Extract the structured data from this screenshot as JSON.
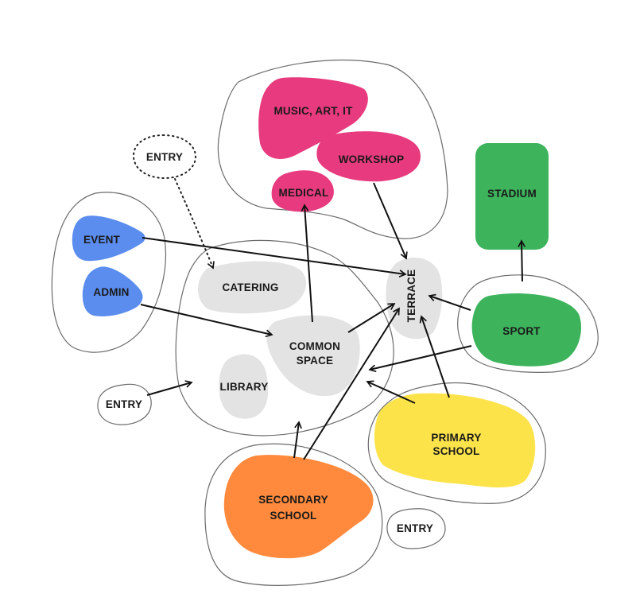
{
  "colors": {
    "admin_blue": "#5B8DEF",
    "creative_pink": "#E83A7E",
    "sport_green": "#3DB35C",
    "primary_yellow": "#FCE34A",
    "secondary_orange": "#FF8A3D",
    "shared_grey": "#E3E3E3",
    "outline_grey": "#6B6B6B",
    "arrow_black": "#111111"
  },
  "labels": {
    "entry_top": "ENTRY",
    "entry_left": "ENTRY",
    "entry_bottom": "ENTRY",
    "event": "EVENT",
    "admin": "ADMIN",
    "music_art_it": "MUSIC, ART, IT",
    "workshop": "WORKSHOP",
    "medical": "MEDICAL",
    "catering": "CATERING",
    "common_space_1": "COMMON",
    "common_space_2": "SPACE",
    "library": "LIBRARY",
    "terrace": "TERRACE",
    "stadium": "STADIUM",
    "sport": "SPORT",
    "primary_school_1": "PRIMARY",
    "primary_school_2": "SCHOOL",
    "secondary_school_1": "SECONDARY",
    "secondary_school_2": "SCHOOL"
  }
}
